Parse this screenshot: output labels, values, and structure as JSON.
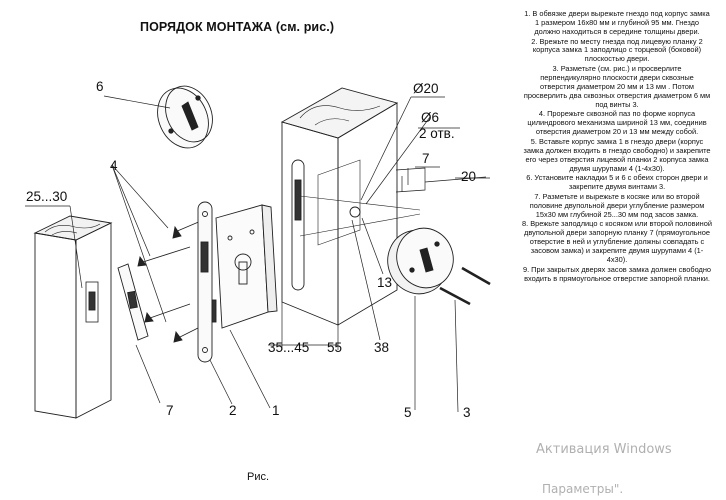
{
  "title": "ПОРЯДОК МОНТАЖА (см. рис.)",
  "caption": "Рис.",
  "callouts": {
    "c6": "6",
    "c4": "4",
    "c25_30": "25...30",
    "c7_left": "7",
    "c2": "2",
    "c1": "1",
    "c35_45": "35...45",
    "c55": "55",
    "c38": "38",
    "c13": "13",
    "c5": "5",
    "c3": "3",
    "d20": "Ø20",
    "d6": "Ø6",
    "holes": "2 отв.",
    "c7_right": "7",
    "c20": "20"
  },
  "instructions": [
    "1. В обвязке двери вырежьте гнездо под корпус замка 1 размером 16х80 мм и глубиной 95 мм. Гнездо должно находиться в середине толщины двери.",
    "2. Врежьте по месту гнезда под лицевую планку 2 корпуса замка 1 заподлицо с торцевой (боковой) плоскостью двери.",
    "3. Разметьте  (см. рис.) и просверлите перпендикулярно плоскости двери сквозные отверстия диаметром 20 мм и 13 мм . Потом просверлить два сквозных отверстия диаметром 6 мм под винты 3.",
    "4. Прорежьте сквозной паз по форме корпуса цилиндрового механизма шириной 13 мм, соединив отверстия диаметром 20 и 13 мм между собой.",
    "5. Вставьте корпус замка 1 в гнездо двери  (корпус замка должен входить в гнездо свободно) и закрепите его через отверстия лицевой планки 2 корпуса замка  двумя шурупами 4 (1-4х30).",
    "6. Установите накладки 5 и 6 с обеих сторон двери и закрепите двумя винтами 3.",
    "7. Разметьте и вырежьте в косяке или во второй половине двупольной двери углубление размером 15х30 мм глубиной 25...30 мм под засов замка.",
    "8. Врежьте заподлицо с косяком или второй половиной двупольной двери запорную планку 7 (прямоугольное отверстие в ней и углубление должны совпадать с засовом замка) и закрепите двумя шурупами 4 (1-4х30).",
    "9. При закрытых дверях засов замка должен свободно входить в прямоугольное отверстие запорной планки."
  ],
  "watermark": {
    "line1": "Активация Windows",
    "line2": "Параметры\"."
  }
}
